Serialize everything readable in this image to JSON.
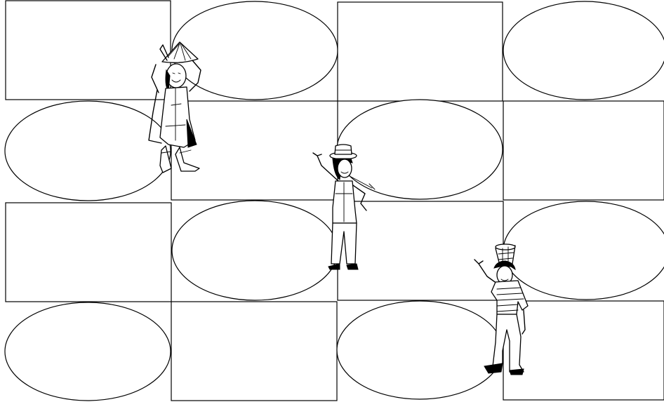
{
  "worksheet": {
    "grid_rows": 4,
    "grid_columns": 4,
    "cell_pattern": [
      [
        "rectangle",
        "ellipse",
        "rectangle",
        "ellipse"
      ],
      [
        "ellipse",
        "rectangle",
        "ellipse",
        "rectangle"
      ],
      [
        "rectangle",
        "ellipse",
        "rectangle",
        "ellipse"
      ],
      [
        "ellipse",
        "rectangle",
        "ellipse",
        "rectangle"
      ]
    ],
    "figures": [
      {
        "name": "figure-conical-hat-dancer",
        "icon": "person-with-conical-hat-icon"
      },
      {
        "name": "figure-boater-hat-dancer",
        "icon": "person-with-boater-hat-icon"
      },
      {
        "name": "figure-basket-carrier",
        "icon": "person-with-basket-on-head-icon"
      }
    ],
    "colors": {
      "ink": "#000000",
      "paper": "#ffffff"
    }
  }
}
